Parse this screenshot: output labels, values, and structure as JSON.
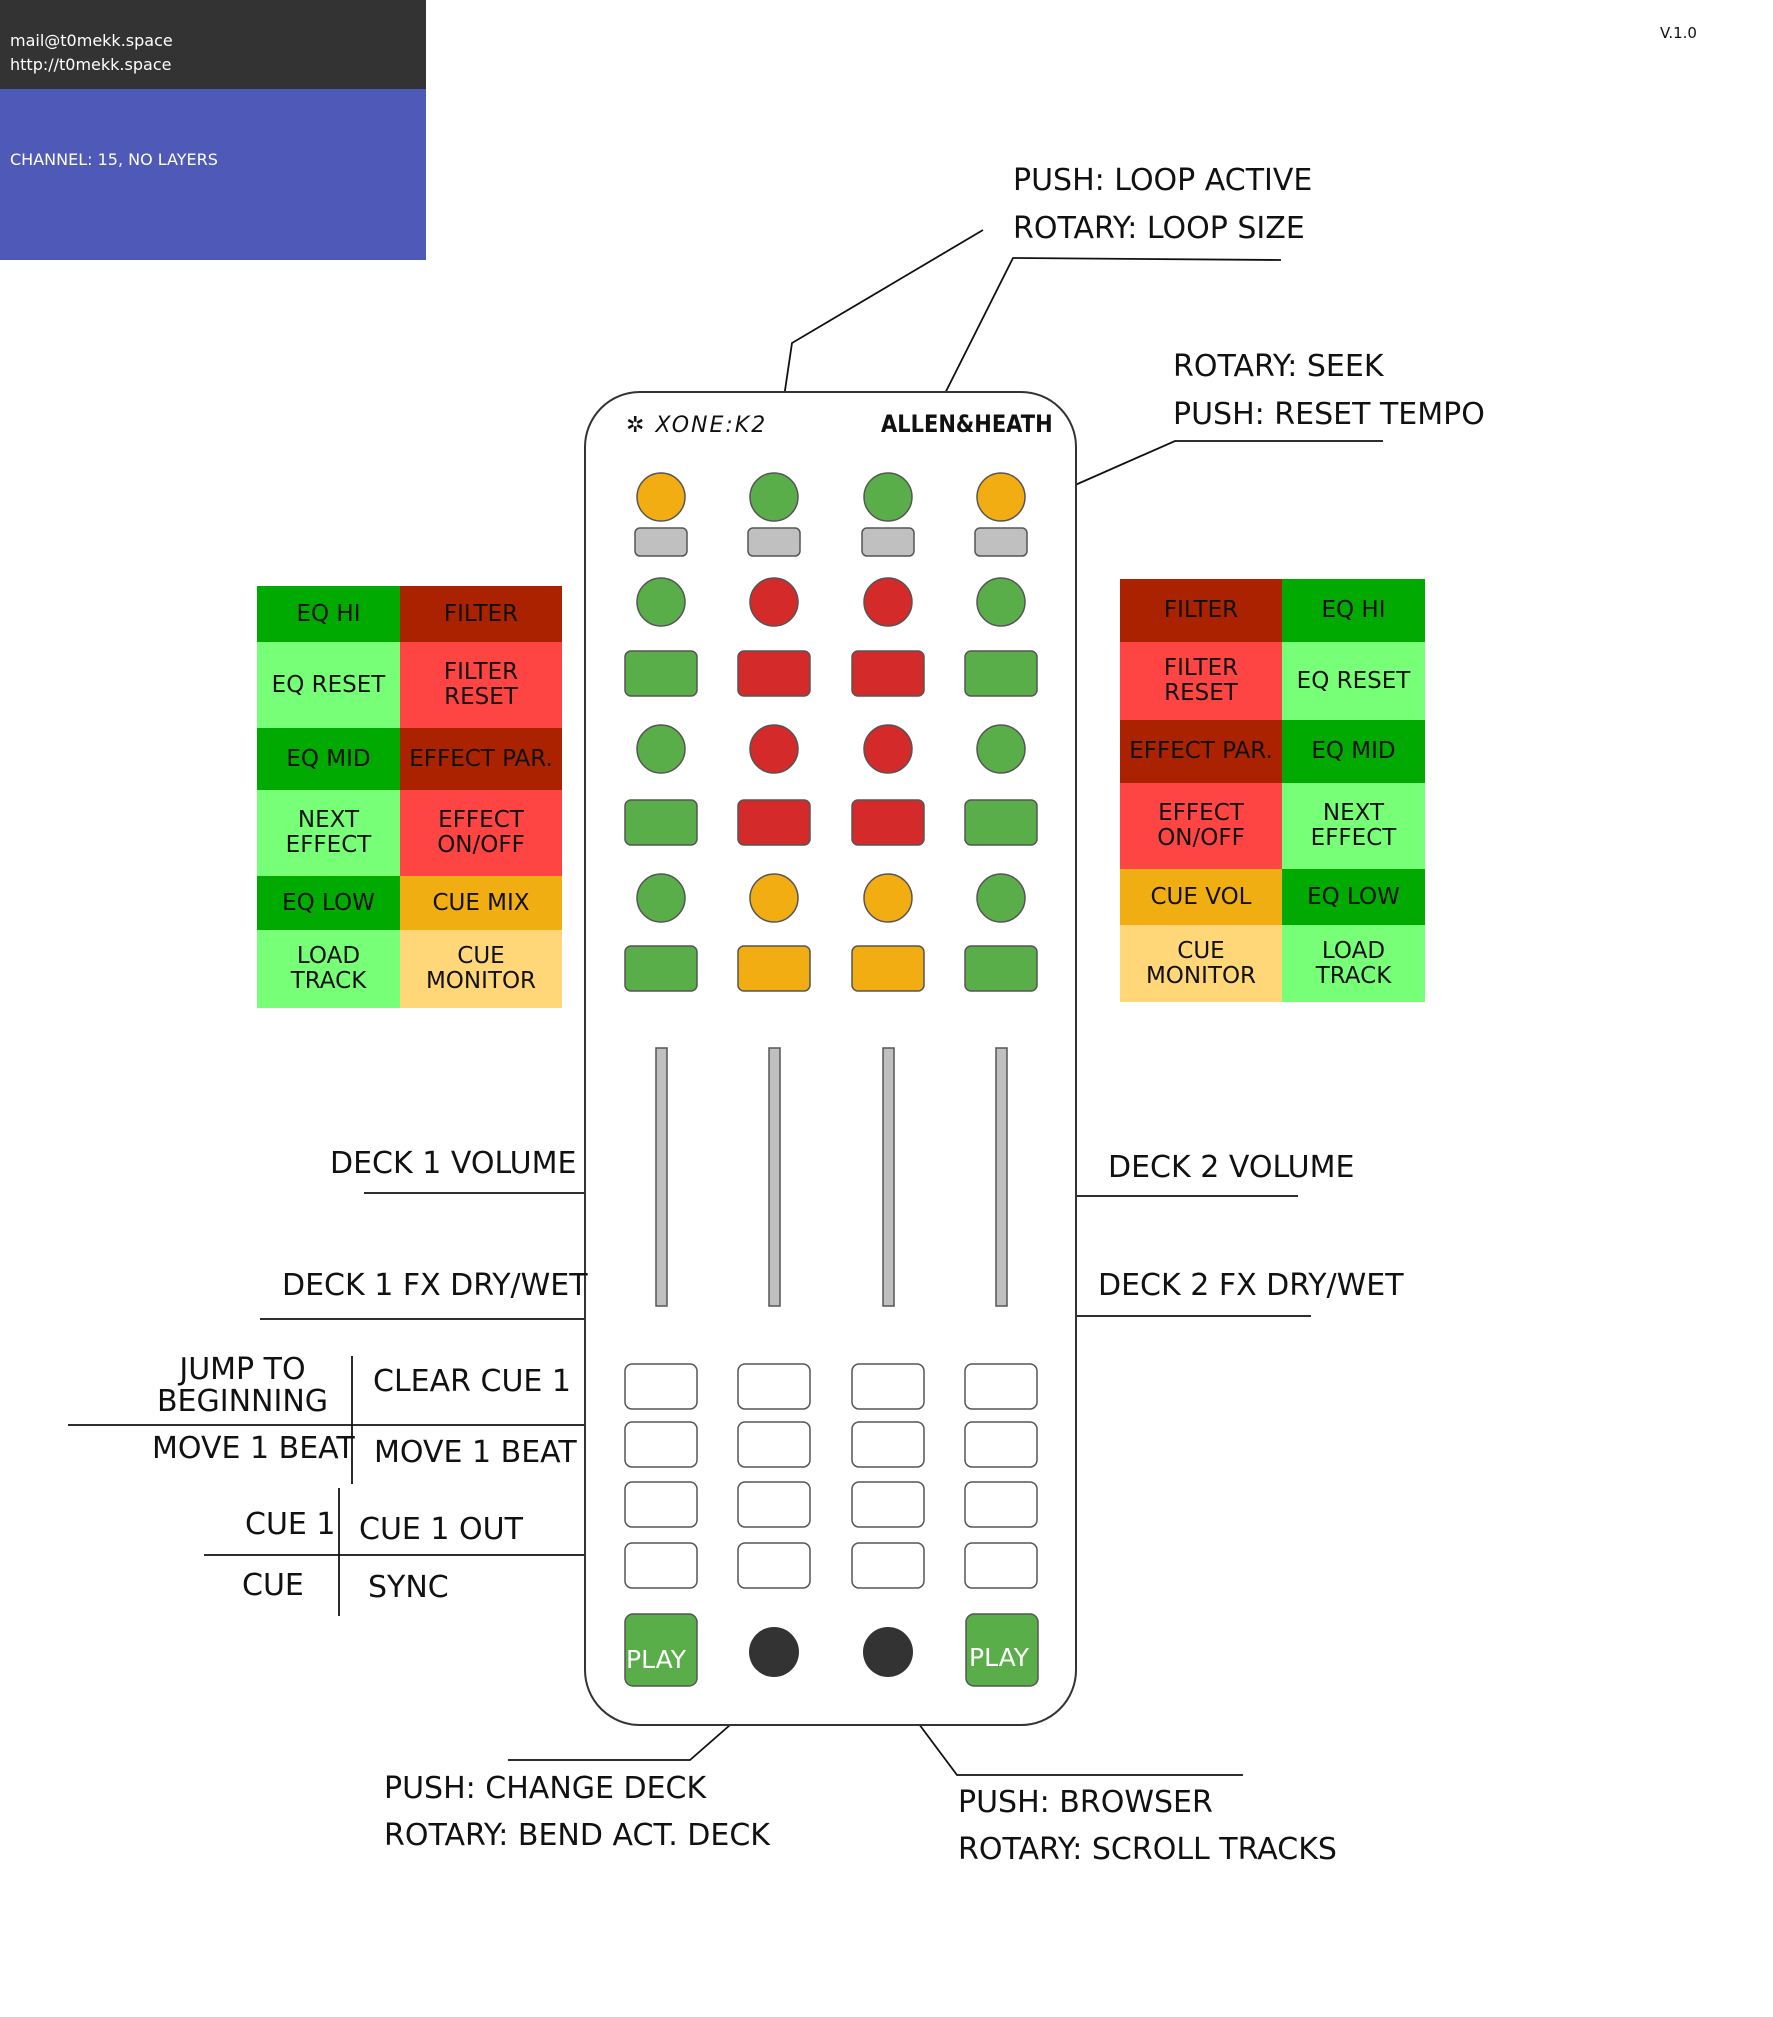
{
  "header": {
    "email": "mail@t0mekk.space",
    "website": "http://t0mekk.space",
    "channel": "CHANNEL: 15, NO LAYERS",
    "version": "V.1.0"
  },
  "device": {
    "model": "XONE:K2",
    "brand": "ALLEN&HEATH",
    "play_label": "PLAY"
  },
  "colors": {
    "green": "#5aae4a",
    "red": "#d42a2a",
    "orange": "#f2ad12",
    "grey": "#c0c0c0",
    "dark_knob": "#333333",
    "panel_dark_green": "#00aa00",
    "panel_light_green": "#77ff77",
    "panel_dark_red": "#aa2200",
    "panel_light_red": "#ff4444",
    "panel_orange": "#f0ae12",
    "panel_light_orange": "#ffd778"
  },
  "callouts": {
    "loop_push": "PUSH: LOOP ACTIVE",
    "loop_rotary": "ROTARY: LOOP SIZE",
    "seek_rotary": "ROTARY: SEEK",
    "seek_push": "PUSH: RESET TEMPO",
    "deck1_volume": "DECK 1 VOLUME",
    "deck2_volume": "DECK 2 VOLUME",
    "deck1_fx": "DECK 1 FX DRY/WET",
    "deck2_fx": "DECK 2 FX DRY/WET",
    "jump": "JUMP TO\nBEGINNING",
    "clear_cue": "CLEAR CUE 1",
    "move_beat_left": "MOVE 1 BEAT",
    "move_beat_right": "MOVE 1 BEAT",
    "cue1": "CUE 1",
    "cue1_out": "CUE 1 OUT",
    "cue": "CUE",
    "sync": "SYNC",
    "change_deck_push": "PUSH: CHANGE DECK",
    "bend_rotary": "ROTARY: BEND ACT. DECK",
    "browser_push": "PUSH: BROWSER",
    "scroll_rotary": "ROTARY: SCROLL TRACKS"
  },
  "left_panel": [
    {
      "left": "EQ HI",
      "right": "FILTER"
    },
    {
      "left": "EQ RESET",
      "right": "FILTER\nRESET"
    },
    {
      "left": "EQ MID",
      "right": "EFFECT PAR."
    },
    {
      "left": "NEXT\nEFFECT",
      "right": "EFFECT\nON/OFF"
    },
    {
      "left": "EQ LOW",
      "right": "CUE MIX"
    },
    {
      "left": "LOAD\nTRACK",
      "right": "CUE\nMONITOR"
    }
  ],
  "right_panel": [
    {
      "left": "FILTER",
      "right": "EQ HI"
    },
    {
      "left": "FILTER\nRESET",
      "right": "EQ RESET"
    },
    {
      "left": "EFFECT PAR.",
      "right": "EQ MID"
    },
    {
      "left": "EFFECT\nON/OFF",
      "right": "NEXT\nEFFECT"
    },
    {
      "left": "CUE VOL",
      "right": "EQ LOW"
    },
    {
      "left": "CUE\nMONITOR",
      "right": "LOAD\nTRACK"
    }
  ]
}
